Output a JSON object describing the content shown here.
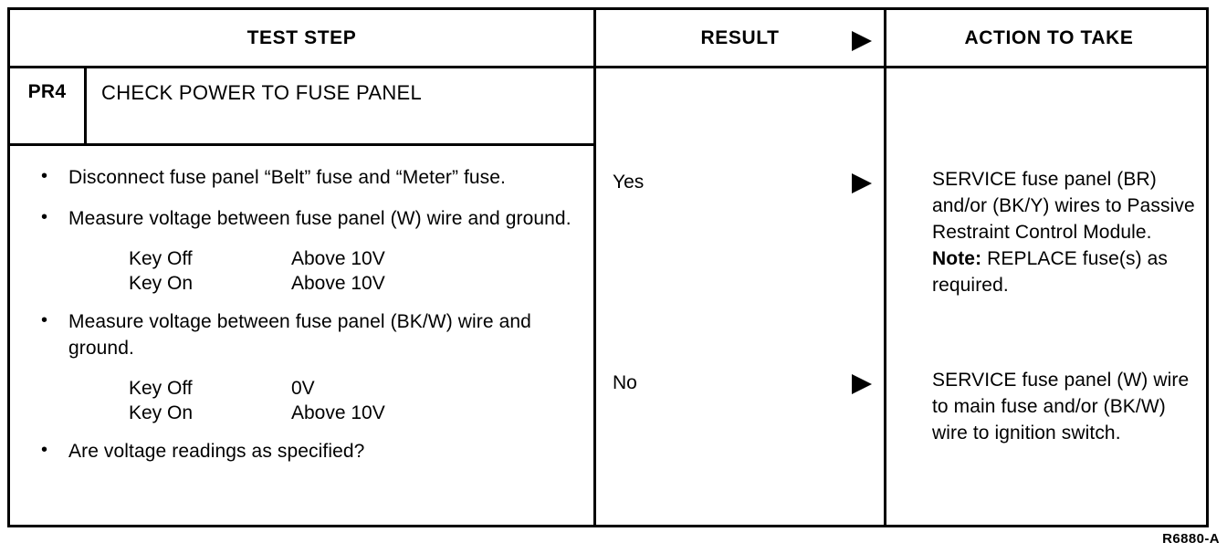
{
  "table": {
    "headers": {
      "test_step": "TEST STEP",
      "result": "RESULT",
      "action": "ACTION TO TAKE",
      "arrow_icon": "right-triangle-icon"
    },
    "step": {
      "id": "PR4",
      "title": "CHECK POWER TO FUSE PANEL"
    },
    "bullets": [
      "Disconnect fuse panel “Belt” fuse and “Meter” fuse.",
      "Measure voltage between fuse panel (W) wire and ground.",
      "Measure voltage between fuse panel (BK/W) wire and ground.",
      "Are voltage readings as specified?"
    ],
    "measurement_block_1": [
      {
        "key": "Key Off",
        "value": "Above 10V"
      },
      {
        "key": "Key On",
        "value": "Above 10V"
      }
    ],
    "measurement_block_2": [
      {
        "key": "Key Off",
        "value": "0V"
      },
      {
        "key": "Key On",
        "value": "Above 10V"
      }
    ],
    "rows": [
      {
        "result": "Yes",
        "action_main": "SERVICE fuse panel (BR) and/or (BK/Y) wires to Passive Restraint Control Module.",
        "note_label": "Note:",
        "note_text": " REPLACE fuse(s) as required."
      },
      {
        "result": "No",
        "action_main": "SERVICE fuse panel (W) wire to main fuse and/or (BK/W) wire to ignition switch.",
        "note_label": "",
        "note_text": ""
      }
    ],
    "figure_reference": "R6880-A"
  }
}
